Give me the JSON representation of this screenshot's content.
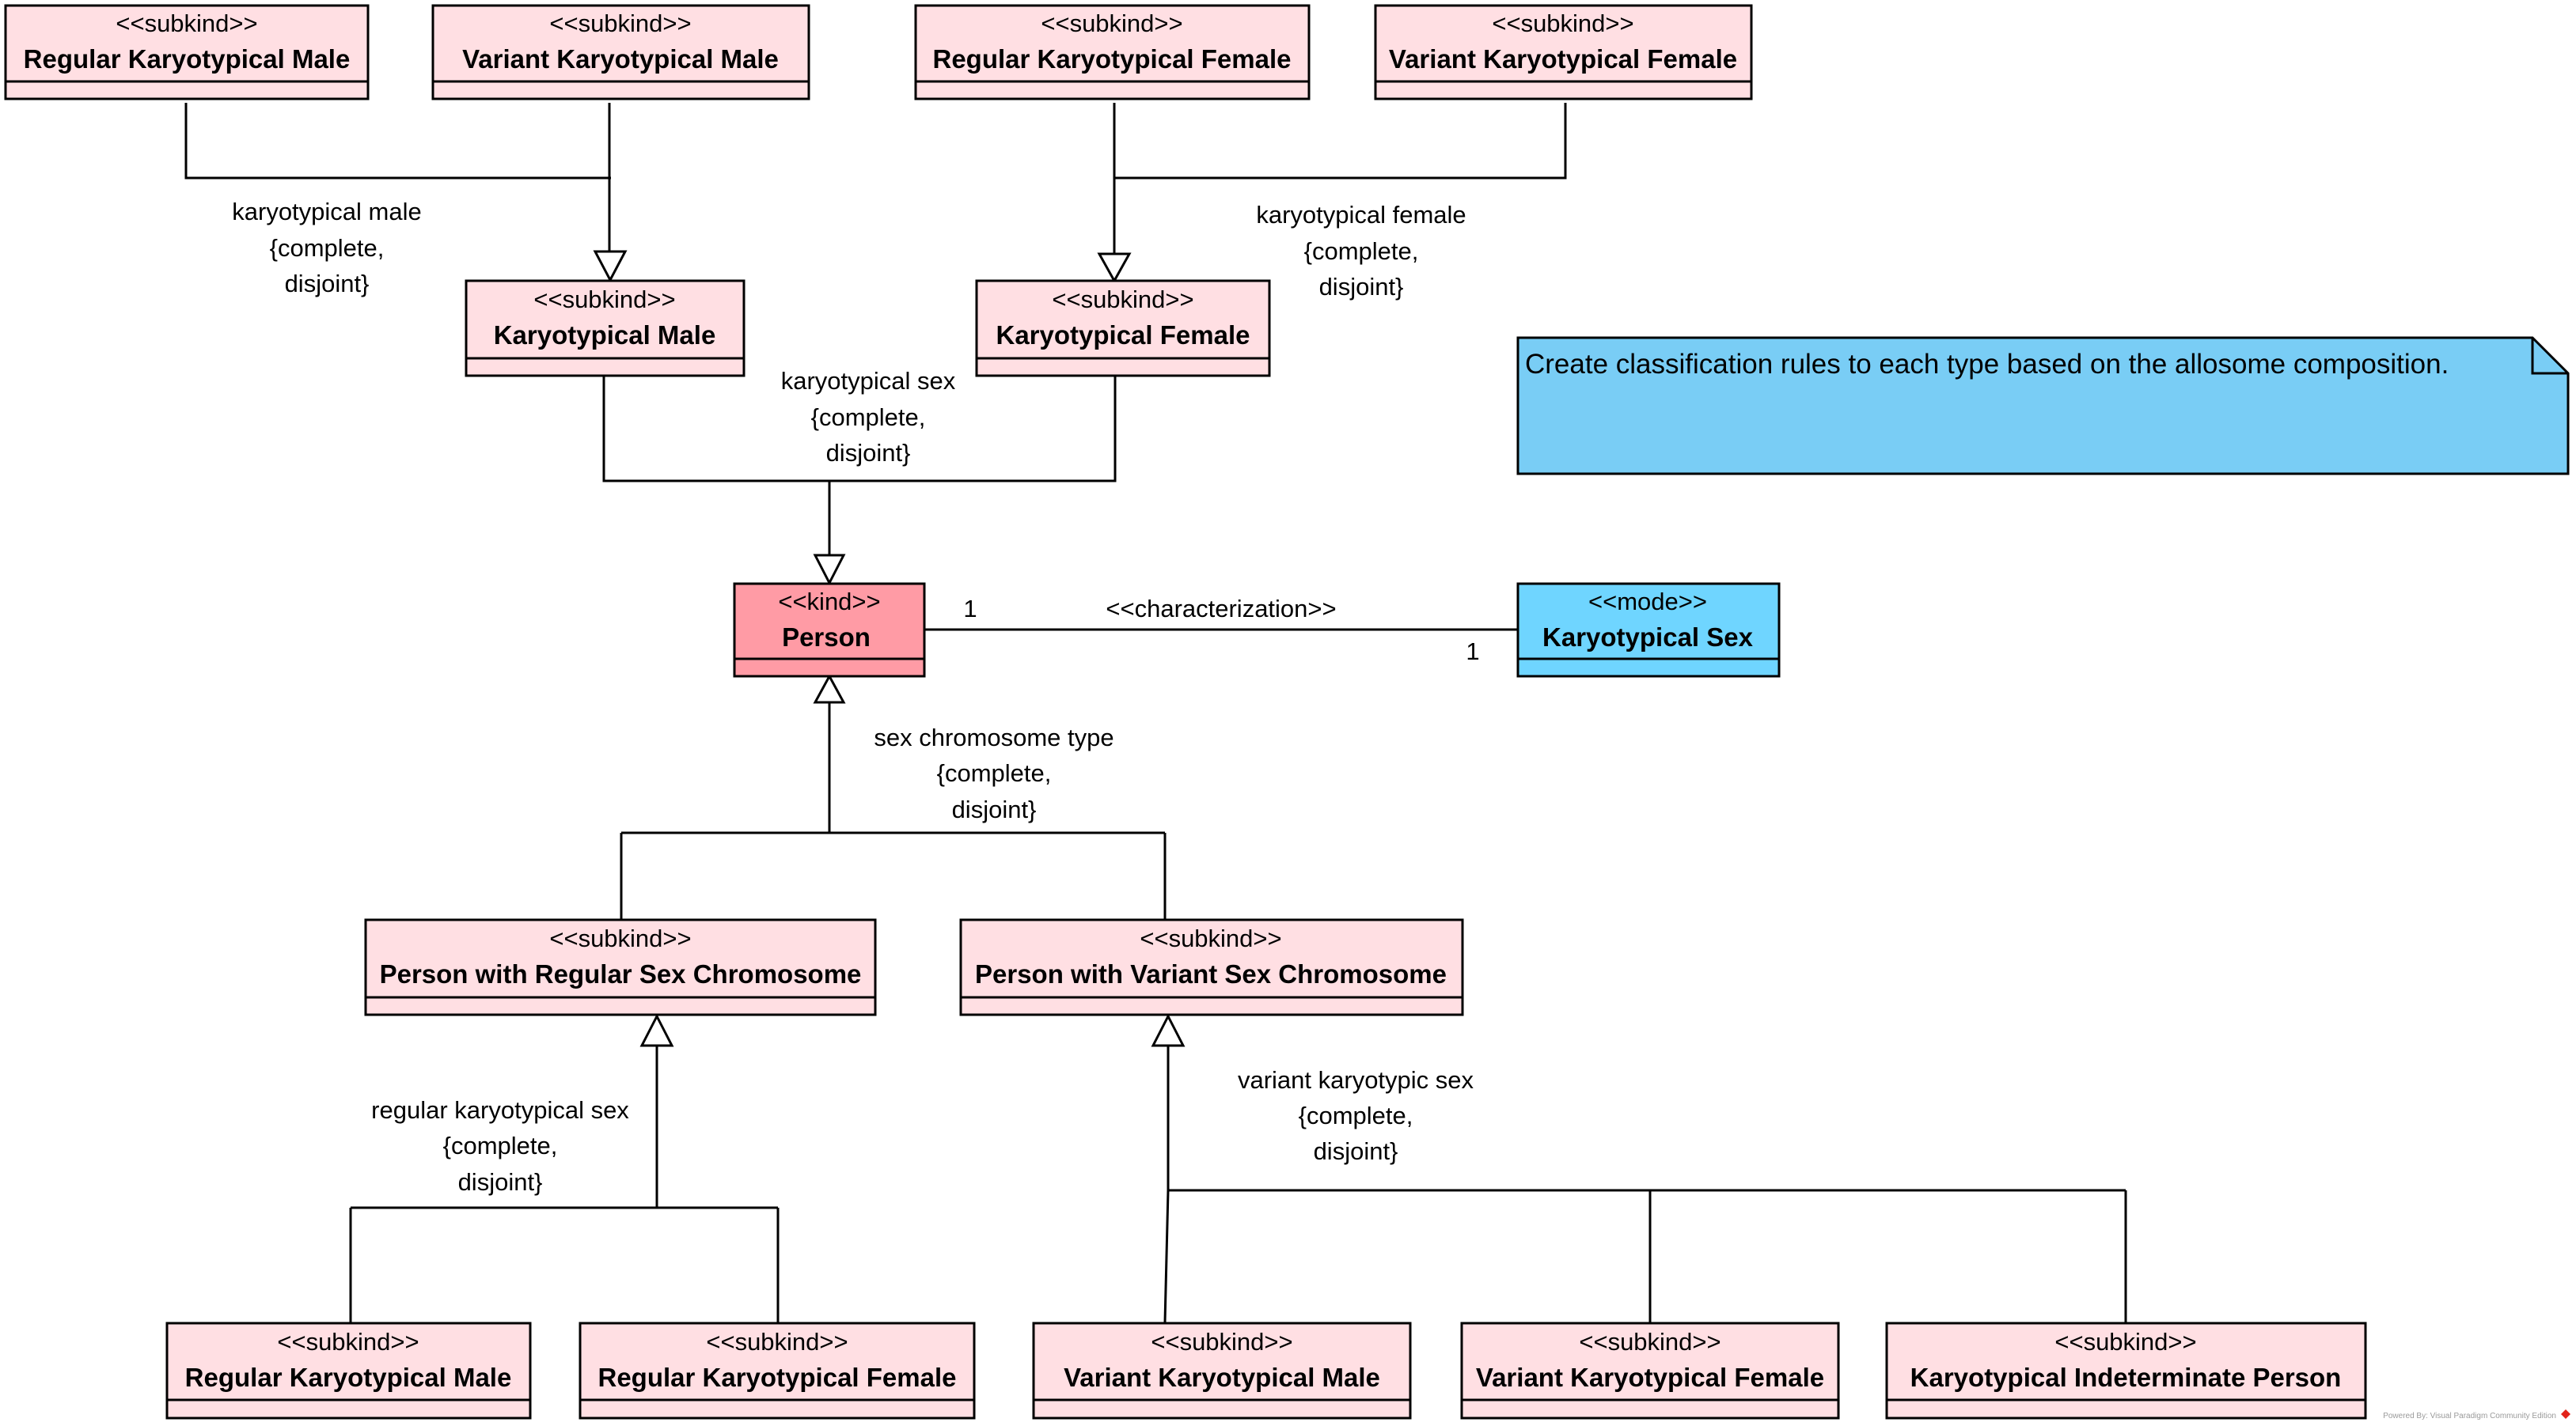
{
  "colors": {
    "subkind_fill": "#ffdfe3",
    "kind_fill": "#ff9ba5",
    "mode_fill": "#6fd5ff",
    "note_fill": "#79cdf5",
    "line": "#000000"
  },
  "classes": {
    "regular_karyotypical_male_top": {
      "stereotype": "<<subkind>>",
      "name": "Regular Karyotypical Male"
    },
    "variant_karyotypical_male_top": {
      "stereotype": "<<subkind>>",
      "name": "Variant Karyotypical Male"
    },
    "regular_karyotypical_female_top": {
      "stereotype": "<<subkind>>",
      "name": "Regular Karyotypical Female"
    },
    "variant_karyotypical_female_top": {
      "stereotype": "<<subkind>>",
      "name": "Variant Karyotypical Female"
    },
    "karyotypical_male": {
      "stereotype": "<<subkind>>",
      "name": "Karyotypical Male"
    },
    "karyotypical_female": {
      "stereotype": "<<subkind>>",
      "name": "Karyotypical Female"
    },
    "person": {
      "stereotype": "<<kind>>",
      "name": "Person"
    },
    "karyotypical_sex": {
      "stereotype": "<<mode>>",
      "name": "Karyotypical Sex"
    },
    "person_regular_sex_chromosome": {
      "stereotype": "<<subkind>>",
      "name": "Person with Regular Sex Chromosome"
    },
    "person_variant_sex_chromosome": {
      "stereotype": "<<subkind>>",
      "name": "Person with Variant Sex Chromosome"
    },
    "regular_karyotypical_male_bottom": {
      "stereotype": "<<subkind>>",
      "name": "Regular Karyotypical Male"
    },
    "regular_karyotypical_female_bottom": {
      "stereotype": "<<subkind>>",
      "name": "Regular Karyotypical Female"
    },
    "variant_karyotypical_male_bottom": {
      "stereotype": "<<subkind>>",
      "name": "Variant Karyotypical Male"
    },
    "variant_karyotypical_female_bottom": {
      "stereotype": "<<subkind>>",
      "name": "Variant Karyotypical Female"
    },
    "karyotypical_indeterminate_person": {
      "stereotype": "<<subkind>>",
      "name": "Karyotypical Indeterminate Person"
    }
  },
  "generalization_sets": {
    "karyotypical_male": {
      "name": "karyotypical male",
      "constraint": "{complete,",
      "constraint2": "disjoint}"
    },
    "karyotypical_female": {
      "name": "karyotypical female",
      "constraint": "{complete,",
      "constraint2": "disjoint}"
    },
    "karyotypical_sex": {
      "name": "karyotypical sex",
      "constraint": "{complete,",
      "constraint2": "disjoint}"
    },
    "sex_chromosome_type": {
      "name": "sex chromosome type",
      "constraint": "{complete,",
      "constraint2": "disjoint}"
    },
    "regular_karyotypical_sex": {
      "name": "regular karyotypical sex",
      "constraint": "{complete,",
      "constraint2": "disjoint}"
    },
    "variant_karyotypic_sex": {
      "name": "variant karyotypic sex",
      "constraint": "{complete,",
      "constraint2": "disjoint}"
    }
  },
  "association": {
    "stereotype": "<<characterization>>",
    "source_multiplicity": "1",
    "target_multiplicity": "1"
  },
  "note": {
    "text": "Create classification rules to each type based on the allosome composition."
  },
  "footer": "Powered By: Visual Paradigm Community Edition"
}
